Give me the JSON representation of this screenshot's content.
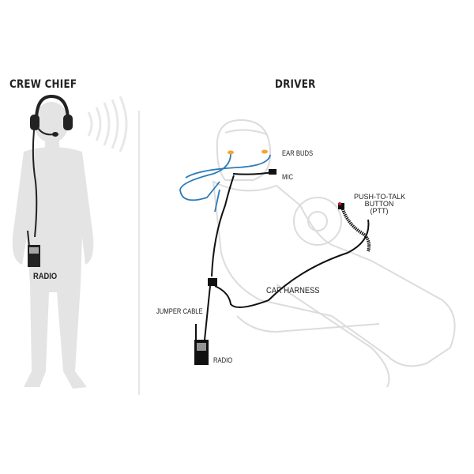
{
  "sections": {
    "crew_chief": {
      "title": "CREW CHIEF",
      "radio_label": "RADIO"
    },
    "driver": {
      "title": "DRIVER",
      "ear_buds_label": "EAR BUDS",
      "mic_label": "MIC",
      "ptt_label_line1": "PUSH-TO-TALK",
      "ptt_label_line2": "BUTTON",
      "ptt_label_line3": "(PTT)",
      "car_harness_label": "CAR HARNESS",
      "jumper_cable_label": "JUMPER CABLE",
      "radio_label": "RADIO"
    }
  },
  "colors": {
    "silhouette": "#e4e4e4",
    "outline": "#dcdcdc",
    "cable": "#111111",
    "earbud_cable": "#2b7bb9",
    "earbud": "#f0a830",
    "ptt_button": "#c0203a"
  }
}
